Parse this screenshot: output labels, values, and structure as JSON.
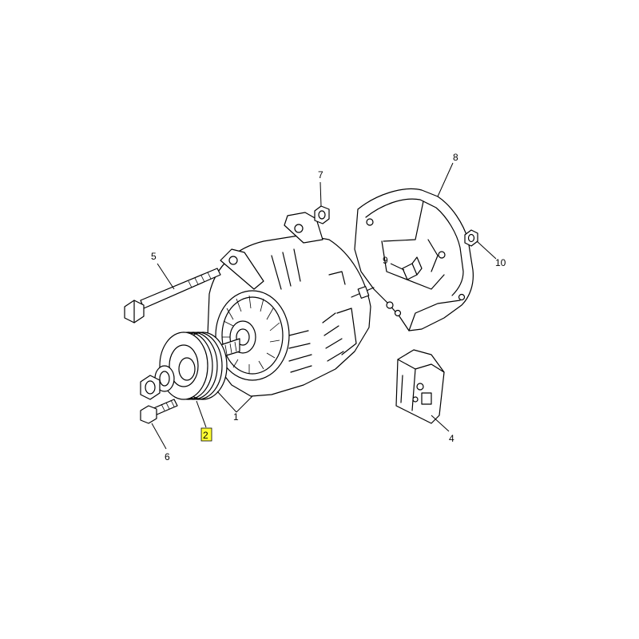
{
  "highlight_color": "#ffff33",
  "callouts": [
    {
      "id": "1",
      "label": "1"
    },
    {
      "id": "2",
      "label": "2",
      "highlighted": true
    },
    {
      "id": "4",
      "label": "4"
    },
    {
      "id": "5",
      "label": "5"
    },
    {
      "id": "6",
      "label": "6"
    },
    {
      "id": "7",
      "label": "7"
    },
    {
      "id": "8",
      "label": "8"
    },
    {
      "id": "9",
      "label": "9"
    },
    {
      "id": "10",
      "label": "10"
    }
  ]
}
